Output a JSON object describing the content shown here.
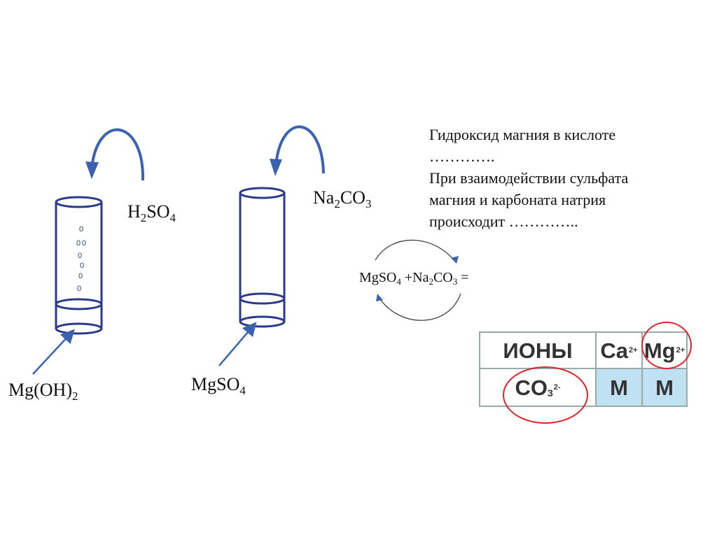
{
  "reagent_left": {
    "formula": "H",
    "sub1": "2",
    "mid": "SO",
    "sub2": "4"
  },
  "reagent_right": {
    "formula": "Na",
    "sub1": "2",
    "mid": "CO",
    "sub2": "3"
  },
  "tube_left": {
    "content": "Mg(OH)",
    "sub": "2",
    "bubbles": [
      "0",
      "0",
      "0",
      "0",
      "0",
      "0",
      "0"
    ]
  },
  "tube_right": {
    "content": "MgSO",
    "sub": "4"
  },
  "task": {
    "line1": "Гидроксид магния в кислоте",
    "line2": "………….",
    "line3": "При взаимодействии сульфата",
    "line4": "магния и карбоната натрия",
    "line5": "происходит …………..",
    "eq_a": "MgSO",
    "eq_a_sub": "4",
    "eq_b": " +Na",
    "eq_b_sub": "2",
    "eq_c": "CO",
    "eq_c_sub": "3",
    "eq_d": " ="
  },
  "ion_table": {
    "header": "ИОНЫ",
    "cat1": "Ca",
    "cat1_charge": "2+",
    "cat2": "Mg",
    "cat2_charge": "2+",
    "anion": "CO",
    "anion_sub": "3",
    "anion_charge": "2-",
    "cell1": "М",
    "cell2": "М"
  },
  "colors": {
    "tube": "#2a3a8a",
    "arrow": "#3b62b0",
    "highlight": "#d8262b",
    "cell": "#bfe1f2"
  }
}
